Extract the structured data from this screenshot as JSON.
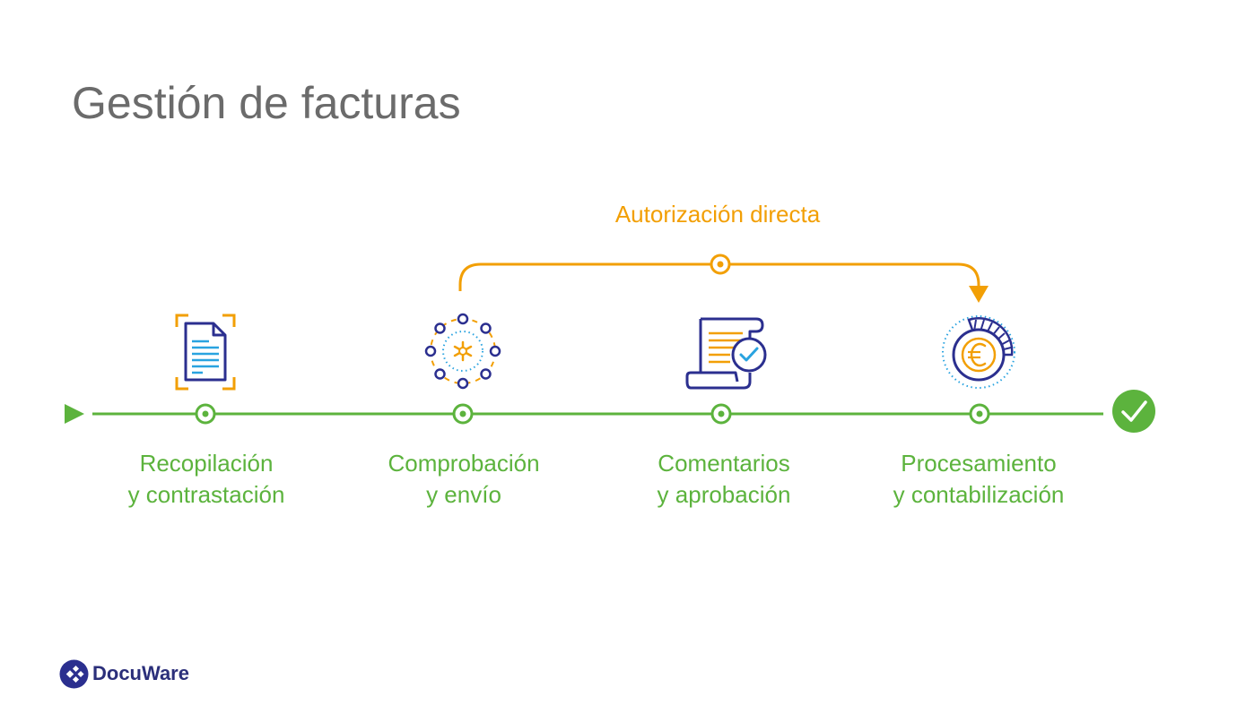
{
  "title": "Gestión de facturas",
  "bypass": {
    "label": "Autorización directa"
  },
  "steps": [
    {
      "line1": "Recopilación",
      "line2": "y contrastación",
      "icon": "document-scan-icon"
    },
    {
      "line1": "Comprobación",
      "line2": "y envío",
      "icon": "network-hub-icon"
    },
    {
      "line1": "Comentarios",
      "line2": "y aprobación",
      "icon": "approved-scroll-icon"
    },
    {
      "line1": "Procesamiento",
      "line2": "y contabilización",
      "icon": "euro-coin-icon"
    }
  ],
  "logo": {
    "text": "DocuWare"
  },
  "colors": {
    "green": "#5cb33d",
    "orange": "#f29f05",
    "navy": "#2b2f8f",
    "blue": "#29a3e0",
    "title_gray": "#6b6b6b"
  }
}
